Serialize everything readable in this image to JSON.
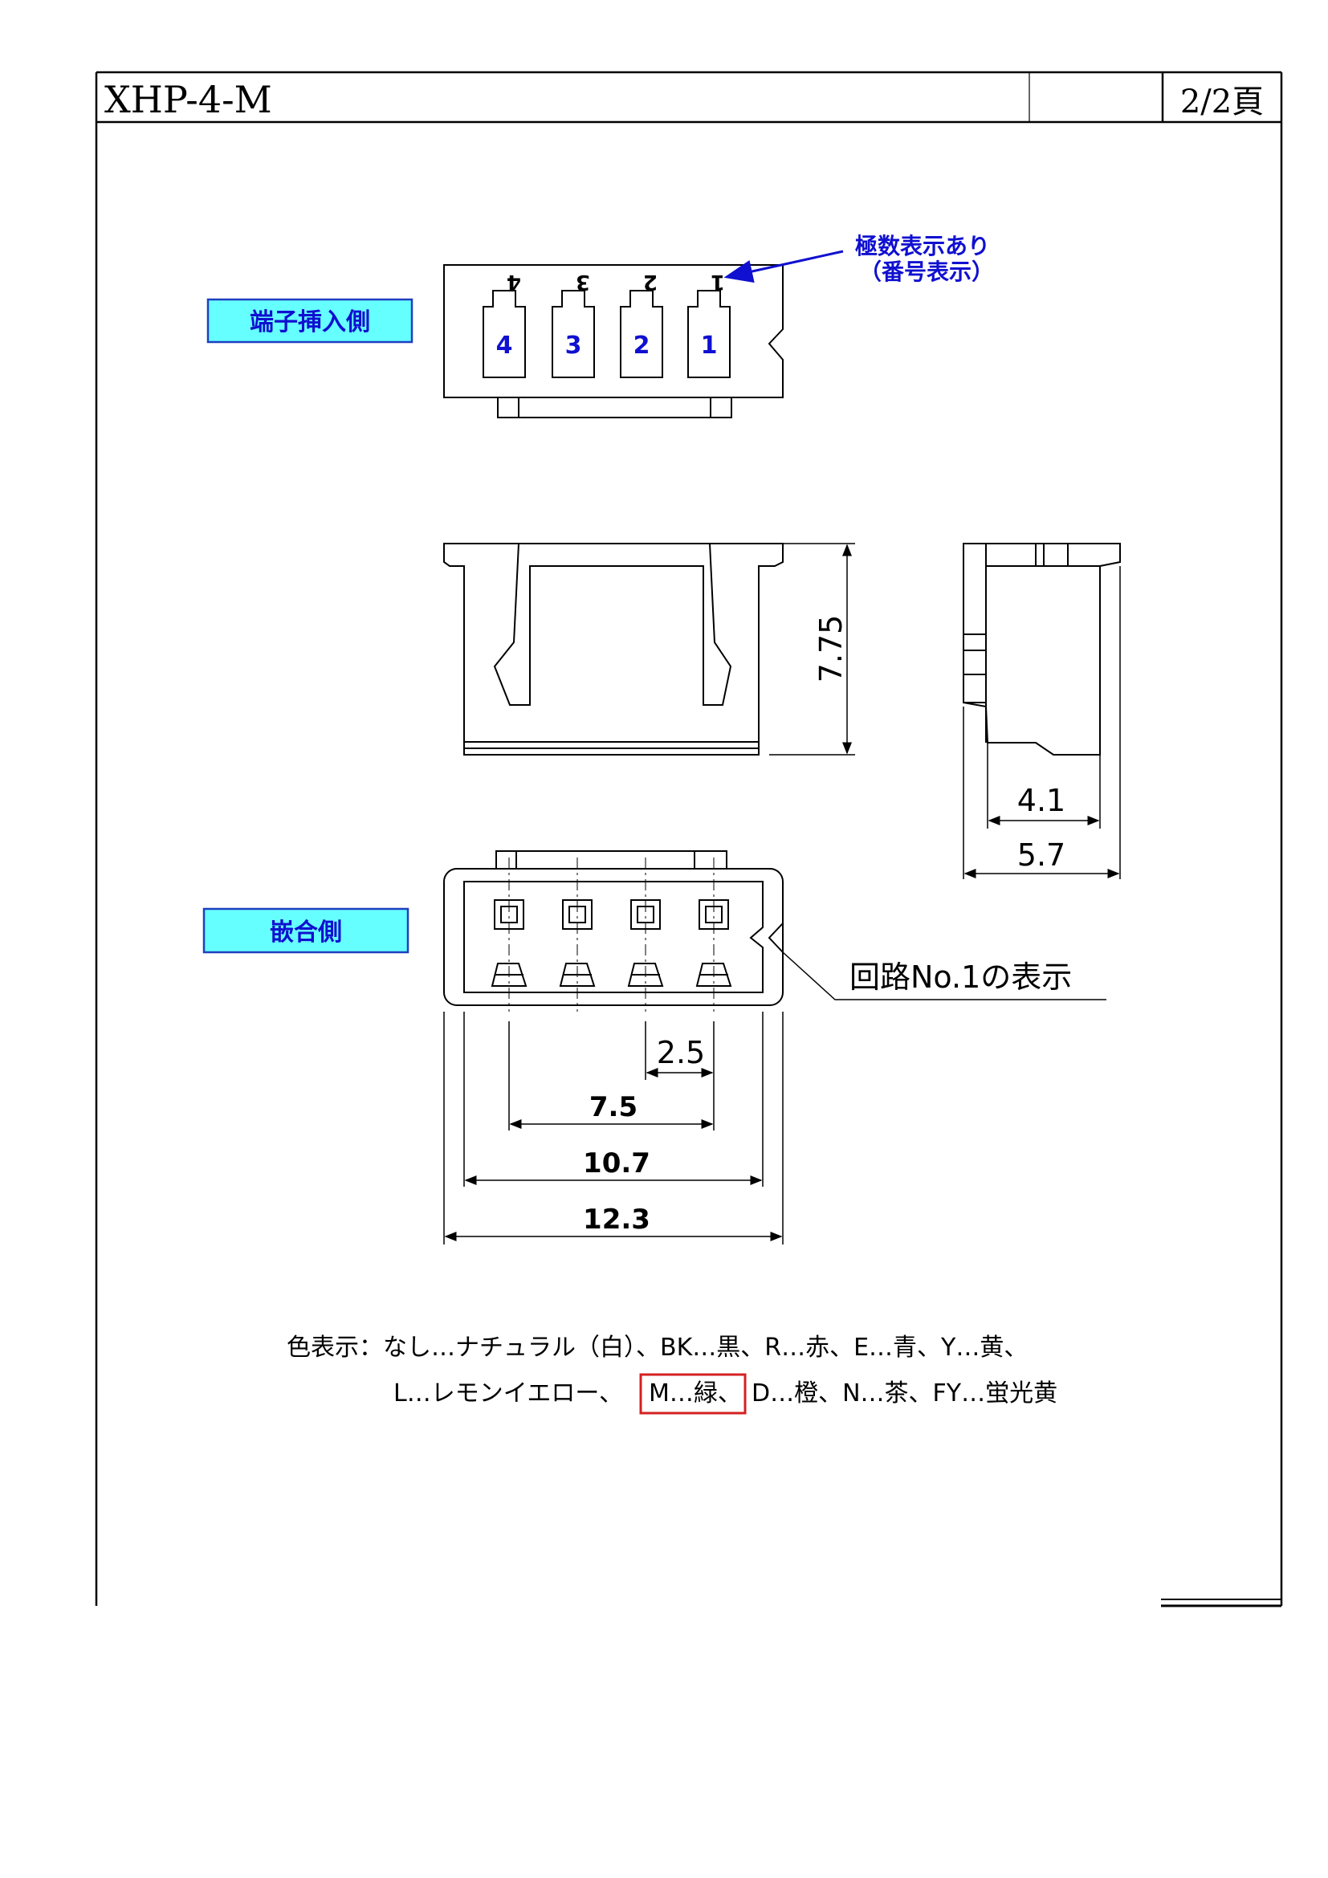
{
  "header": {
    "part_number": "XHP-4-M",
    "page": "2/2頁"
  },
  "terminal_side": {
    "label": "端子挿入側",
    "annotation_line1": "極数表示あり",
    "annotation_line2": "（番号表示）",
    "pin_numbers": [
      "4",
      "3",
      "2",
      "1"
    ],
    "mirrored_pin_numbers": [
      "4",
      "3",
      "2",
      "1"
    ]
  },
  "mating_side": {
    "label": "嵌合側",
    "circuit_callout": "回路No.1の表示"
  },
  "dimensions": {
    "height": "7.75",
    "side_inner": "4.1",
    "side_outer": "5.7",
    "pitch": "2.5",
    "pin_span": "7.5",
    "inner_width": "10.7",
    "overall_width": "12.3"
  },
  "color_codes": {
    "line1": "色表示：なし…ナチュラル（白）、BK…黒、R…赤、E…青、Y…黄、",
    "line2_pre": "L…レモンイエロー、",
    "line2_highlight": "M…緑、",
    "line2_post": "D…橙、N…茶、FY…蛍光黄"
  },
  "colors": {
    "label_fill": "#66ffff",
    "label_border": "#1f3fbf",
    "pin_number": "#1010d0",
    "annotation": "#1010d0",
    "highlight_box": "#d42020"
  }
}
